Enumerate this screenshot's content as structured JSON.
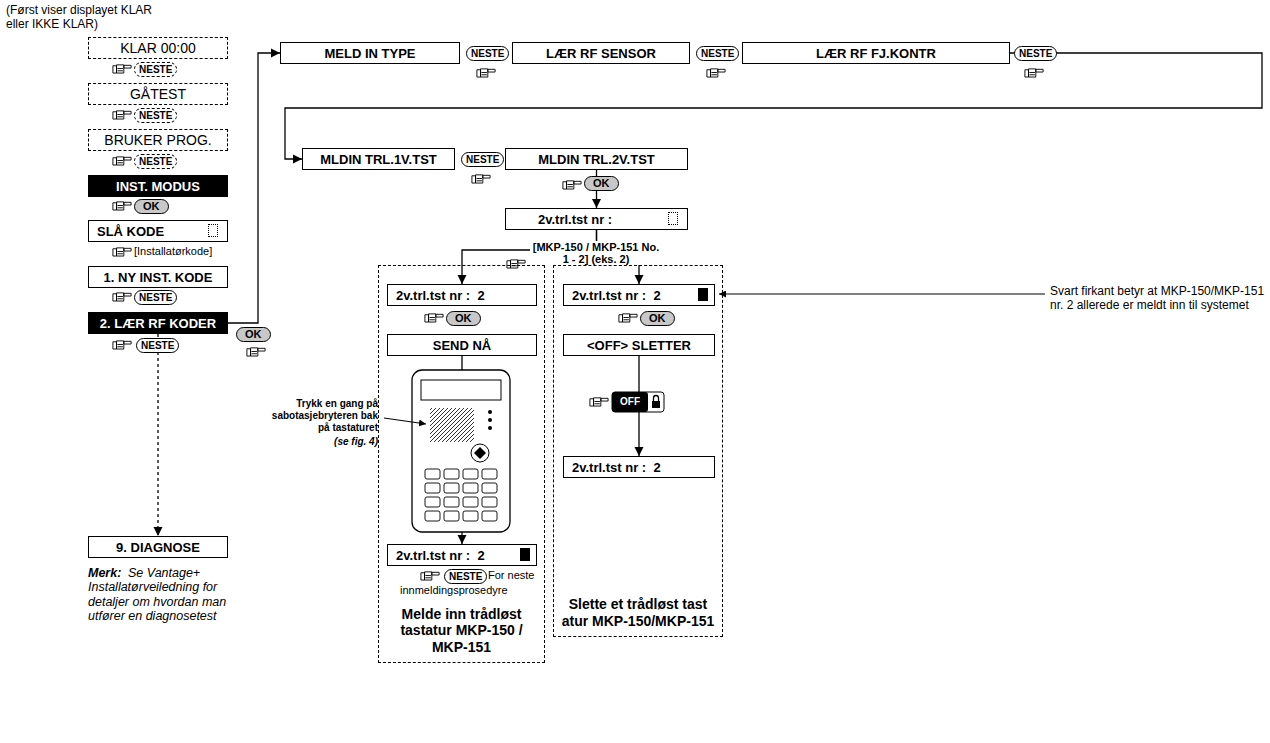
{
  "diagram": {
    "nodes": [
      {
        "text": [
          "KLAR 00:00"
        ]
      },
      {
        "text": [
          "GÅTEST"
        ]
      },
      {
        "text": [
          "BRUKER PROG."
        ]
      },
      {
        "text": [
          "INST. MODUS"
        ]
      },
      {
        "text": [
          "SLÅ KODE"
        ]
      },
      {
        "text": [
          "1. NY INST. KODE"
        ]
      },
      {
        "text": [
          "2. LÆR RF KODER"
        ]
      },
      {
        "text": [
          "9. DIAGNOSE"
        ]
      },
      {
        "text": [
          "MELD IN TYPE"
        ]
      },
      {
        "text": [
          "LÆR RF SENSOR"
        ]
      },
      {
        "text": [
          "LÆR RF FJ.KONTR"
        ]
      },
      {
        "text": [
          "MLDIN TRL.1V.TST"
        ]
      },
      {
        "text": [
          "MLDIN TRL.2V.TST"
        ]
      },
      {
        "text": [
          "2v.trl.tst nr :"
        ]
      },
      {
        "text": [
          "Melde inn trådløst tastatur MKP-150 / MKP-151"
        ]
      },
      {
        "text": [
          "2v.trl.tst nr :  2"
        ],
        "in": 14
      },
      {
        "text": [
          "SEND NÅ"
        ],
        "in": 14
      },
      {
        "text": [
          "2v.trl.tst nr :  2"
        ],
        "in": 14
      },
      {
        "text": [
          "Slette et trådløst tast atur MKP-150/MKP-151"
        ]
      },
      {
        "text": [
          "2v.trl.tst nr :  2"
        ],
        "in": 18
      },
      {
        "text": [
          "<OFF> SLETTER"
        ],
        "in": 18
      },
      {
        "text": [
          "2v.trl.tst nr :  2"
        ],
        "in": 18
      }
    ],
    "edges": [
      {
        "from": 6,
        "to": 8,
        "arrow": "to"
      },
      {
        "from": 6,
        "to": 7,
        "arrow": "to",
        "label": "NESTE"
      },
      {
        "from": 10,
        "to": 11,
        "arrow": "to",
        "label": "NESTE"
      },
      {
        "from": 12,
        "to": 13,
        "arrow": "to",
        "label": "OK"
      },
      {
        "from": 13,
        "to": 15,
        "arrow": "to",
        "label": "[MKP-150 / MKP-151 No. 1 - 2] (eks. 2)"
      },
      {
        "from": 13,
        "to": 19,
        "arrow": "to"
      },
      {
        "from": 16,
        "to": 17,
        "arrow": "to"
      },
      {
        "from": 20,
        "to": 21,
        "arrow": "to"
      }
    ],
    "labels": [
      "(Først viser displayet KLAR eller IKKE KLAR)",
      "NESTE",
      "NESTE",
      "NESTE",
      "OK",
      "[Installatørkode]",
      "NESTE",
      "OK",
      "Merk:",
      "Se Vantage+ Installatørveiledning for detaljer om hvordan man utfører en diagnosetest",
      "NESTE",
      "NESTE",
      "NESTE",
      "Trykk en gang på sabotasjebryteren bak på tastaturet",
      "(se fig. 4)",
      "OK",
      "NESTE",
      "For neste innmeldingsprosedyre",
      "Svart firkant betyr at MKP-150/MKP-151 nr. 2 allerede er meldt inn til systemet",
      "OK",
      "OFF"
    ]
  }
}
